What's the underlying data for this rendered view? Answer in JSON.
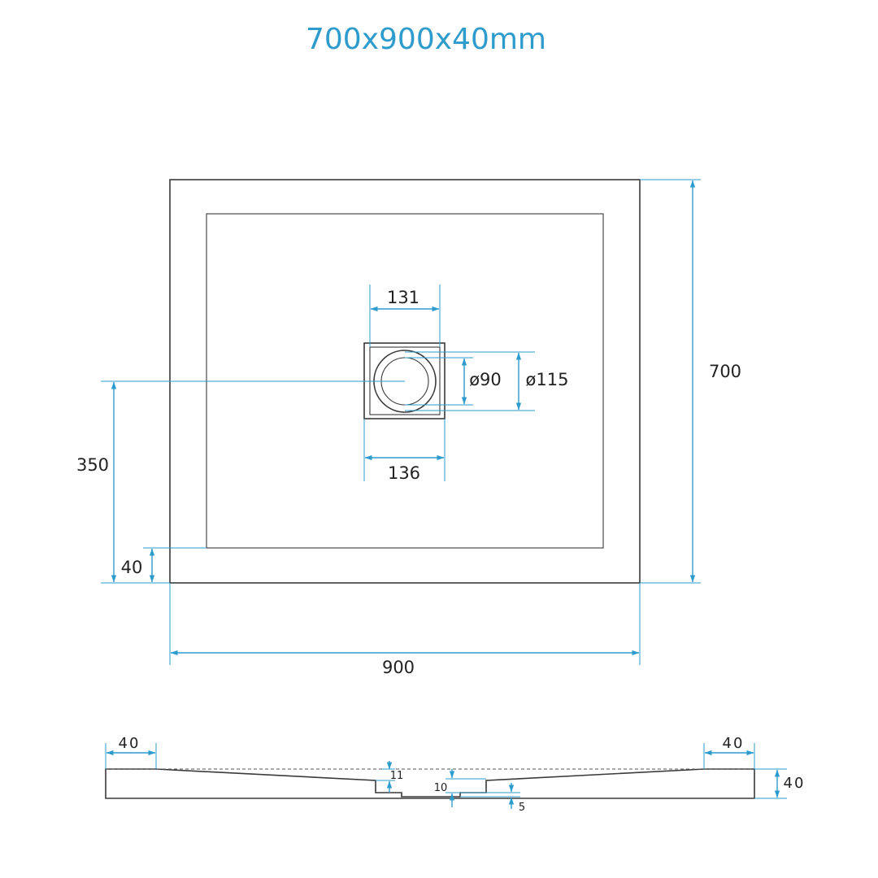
{
  "title": "700x900x40mm",
  "colors": {
    "dimension": "#2e9bcd",
    "outline": "#3a3a3a",
    "text": "#222222"
  },
  "plan_view": {
    "width_label": "900",
    "height_label": "700",
    "drain_offset_label": "350",
    "rim_label": "40",
    "drain_inner_label": "131",
    "drain_outer_label": "136",
    "drain_hole_label": "ø90",
    "drain_outer_diameter_label": "ø115"
  },
  "section_view": {
    "left_rim_label": "40",
    "right_rim_label": "40",
    "thickness_label": "40",
    "recess_depth_label": "11",
    "drain_depth_label": "10",
    "step_label": "5"
  }
}
